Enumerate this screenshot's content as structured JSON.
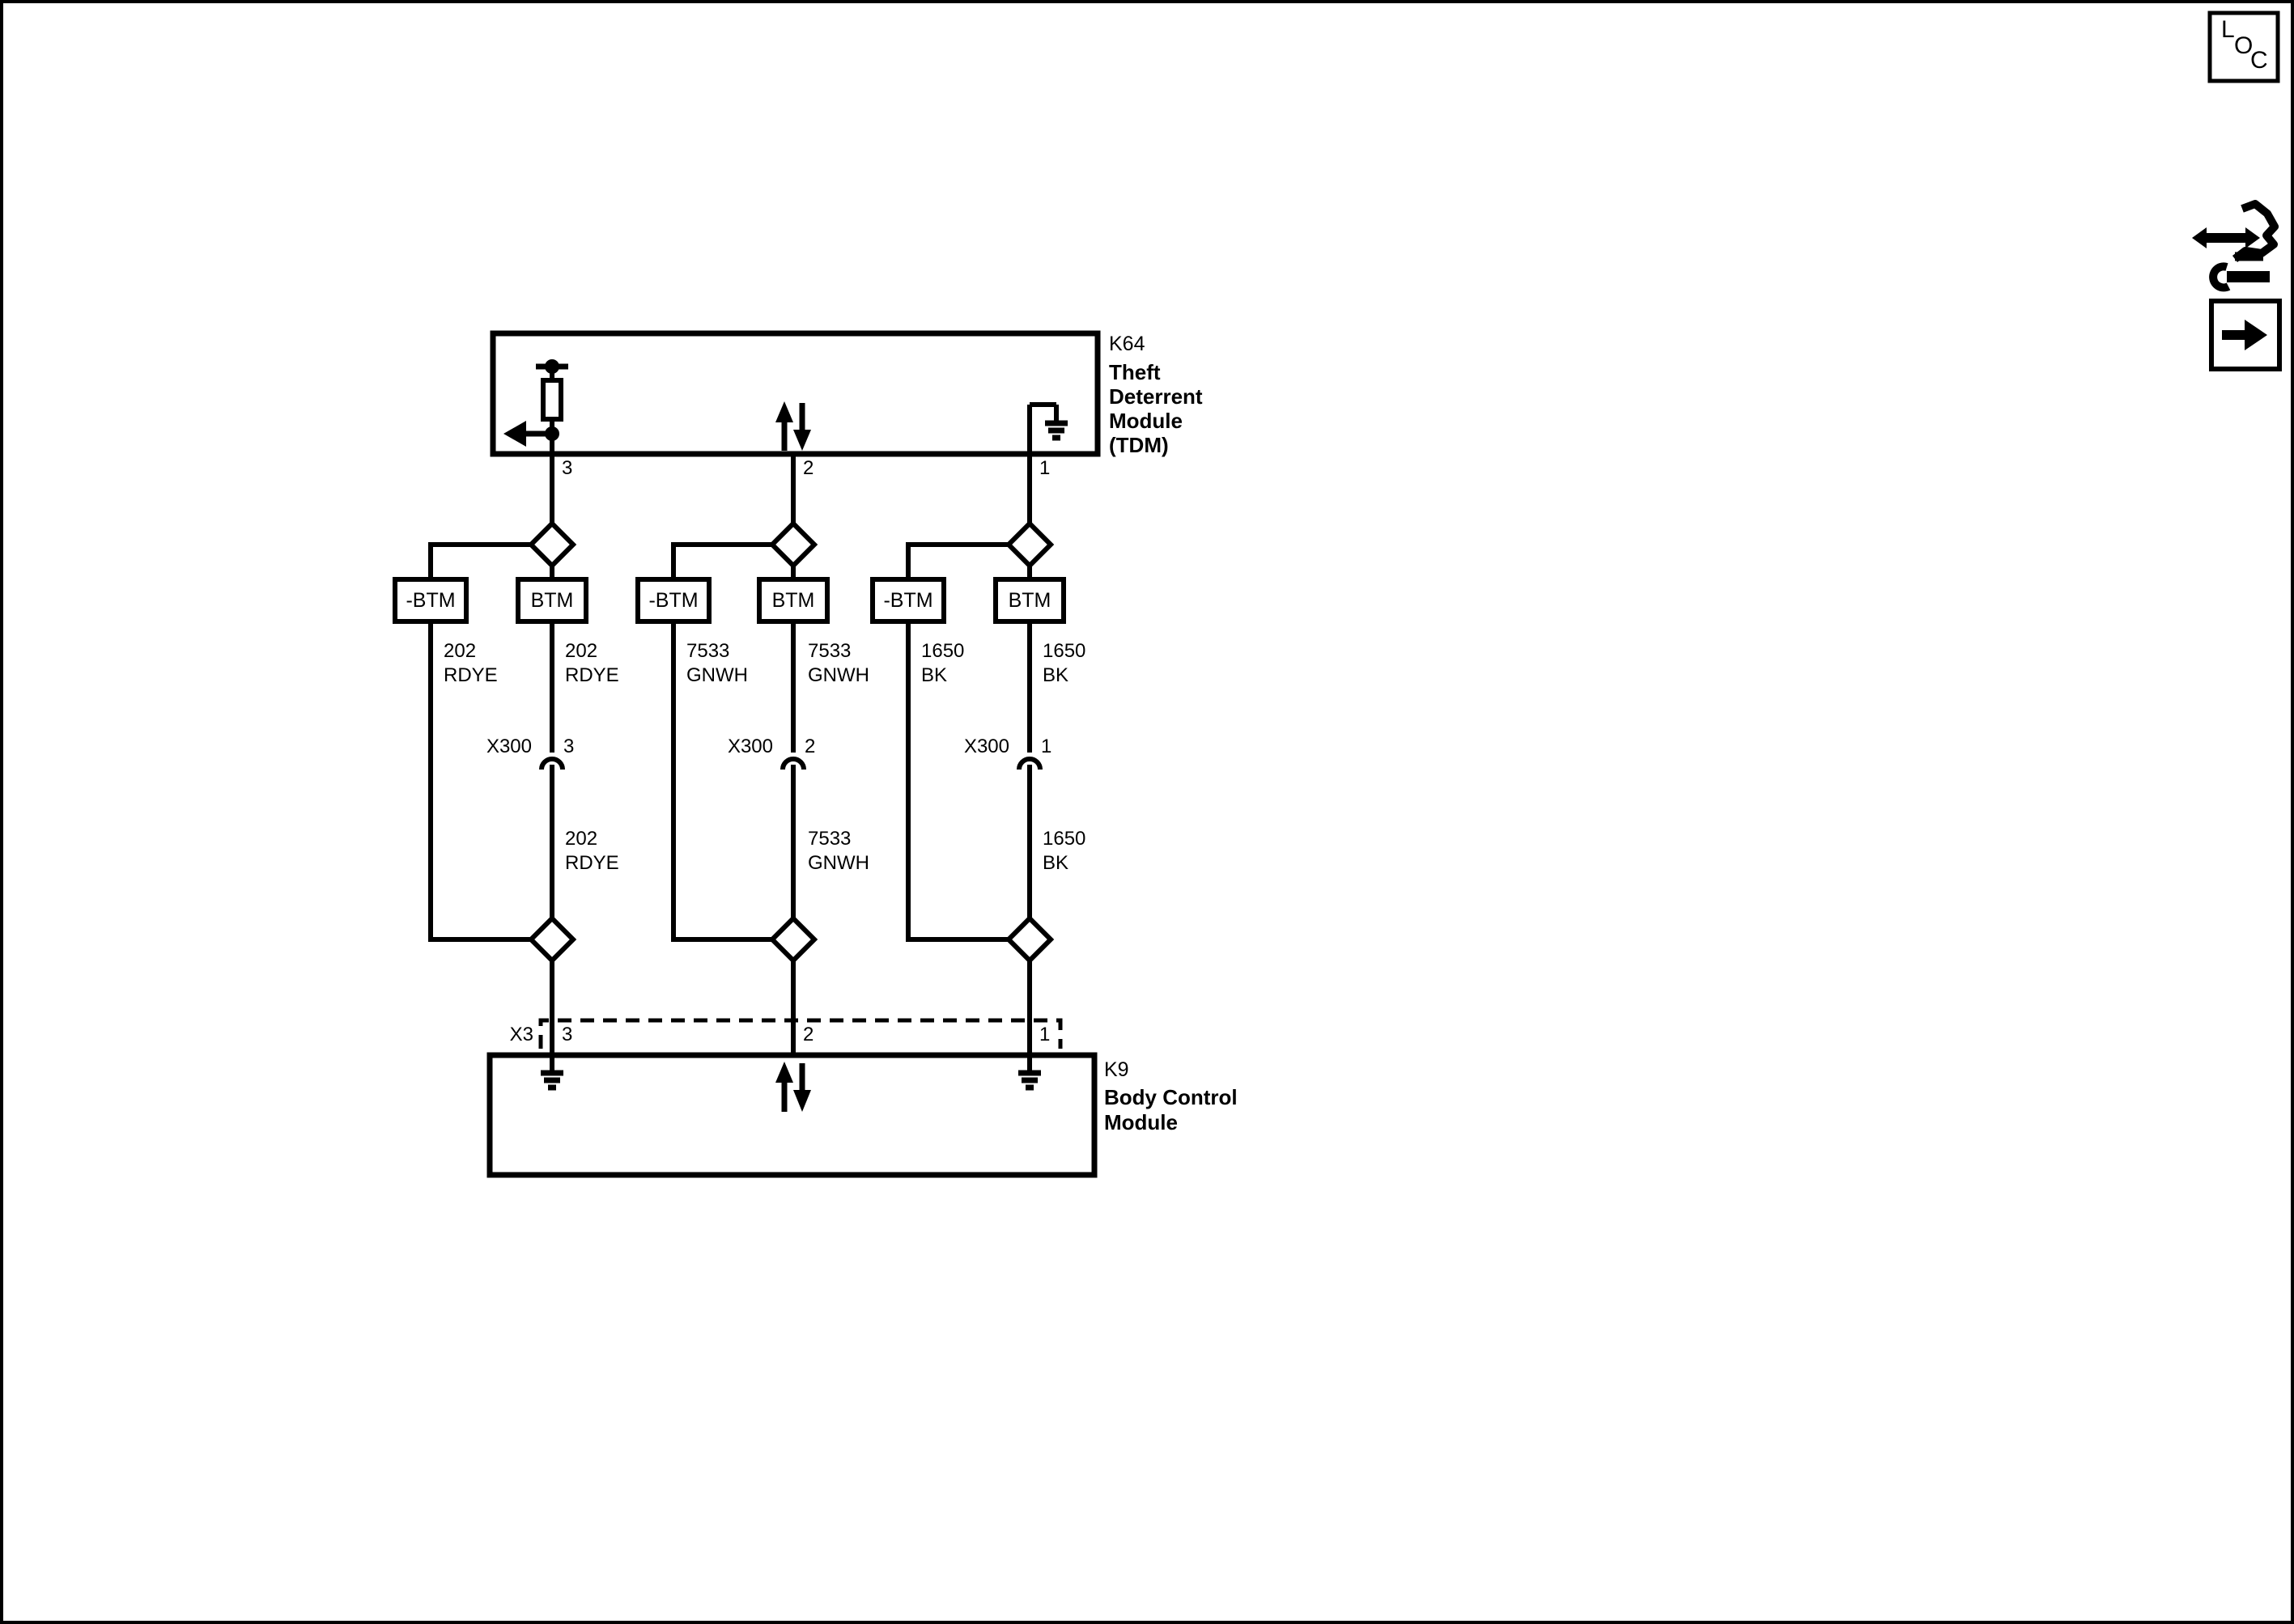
{
  "diagram": {
    "corner_tag": {
      "letters": [
        "L",
        "O",
        "C"
      ]
    },
    "tdm": {
      "id": "K64",
      "name_lines": [
        "Theft",
        "Deterrent",
        "Module",
        "(TDM)"
      ],
      "pins": [
        "3",
        "2",
        "1"
      ]
    },
    "bcm": {
      "id": "K9",
      "name_lines": [
        "Body Control",
        "Module"
      ],
      "connector": "X3",
      "pins": [
        "3",
        "2",
        "1"
      ]
    },
    "inline_connector_name": "X300",
    "circuits": [
      {
        "tdm_pin": "3",
        "bcm_pin": "3",
        "splice_minus": "-BTM",
        "splice_plus": "BTM",
        "circuit_number": "202",
        "wire_color": "RDYE",
        "x300_pin": "3"
      },
      {
        "tdm_pin": "2",
        "bcm_pin": "2",
        "splice_minus": "-BTM",
        "splice_plus": "BTM",
        "circuit_number": "7533",
        "wire_color": "GNWH",
        "x300_pin": "2"
      },
      {
        "tdm_pin": "1",
        "bcm_pin": "1",
        "splice_minus": "-BTM",
        "splice_plus": "BTM",
        "circuit_number": "1650",
        "wire_color": "BK",
        "x300_pin": "1"
      }
    ],
    "colors": {
      "line": "#000000",
      "background": "#ffffff"
    }
  }
}
